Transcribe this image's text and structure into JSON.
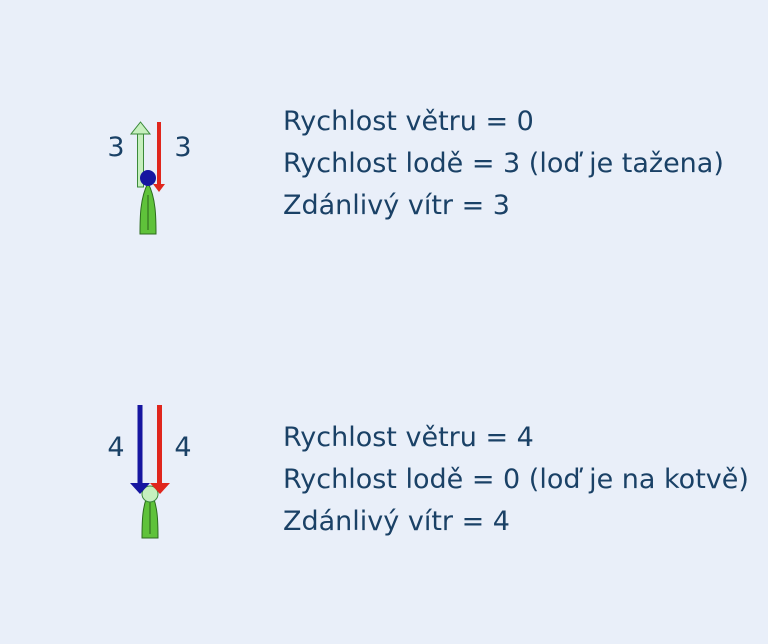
{
  "colors": {
    "background": "#e9eff9",
    "text": "#1a4166",
    "true_wind": "#1616a0",
    "boat_speed": "#e0261d",
    "apparent_wind": "#c6f0be",
    "boat_hull": "#5fc23a"
  },
  "scenarios": [
    {
      "label_left": "3",
      "label_right": "3",
      "wind_speed": 0,
      "boat_speed": 3,
      "apparent_wind": 3,
      "lines": [
        "Rychlost větru = 0",
        "Rychlost lodě = 3 (loď je tažena)",
        "Zdánlivý vítr = 3"
      ]
    },
    {
      "label_left": "4",
      "label_right": "4",
      "wind_speed": 4,
      "boat_speed": 0,
      "apparent_wind": 4,
      "lines": [
        "Rychlost větru = 4",
        "Rychlost lodě = 0 (loď je na kotvě)",
        "Zdánlivý vítr = 4"
      ]
    }
  ]
}
